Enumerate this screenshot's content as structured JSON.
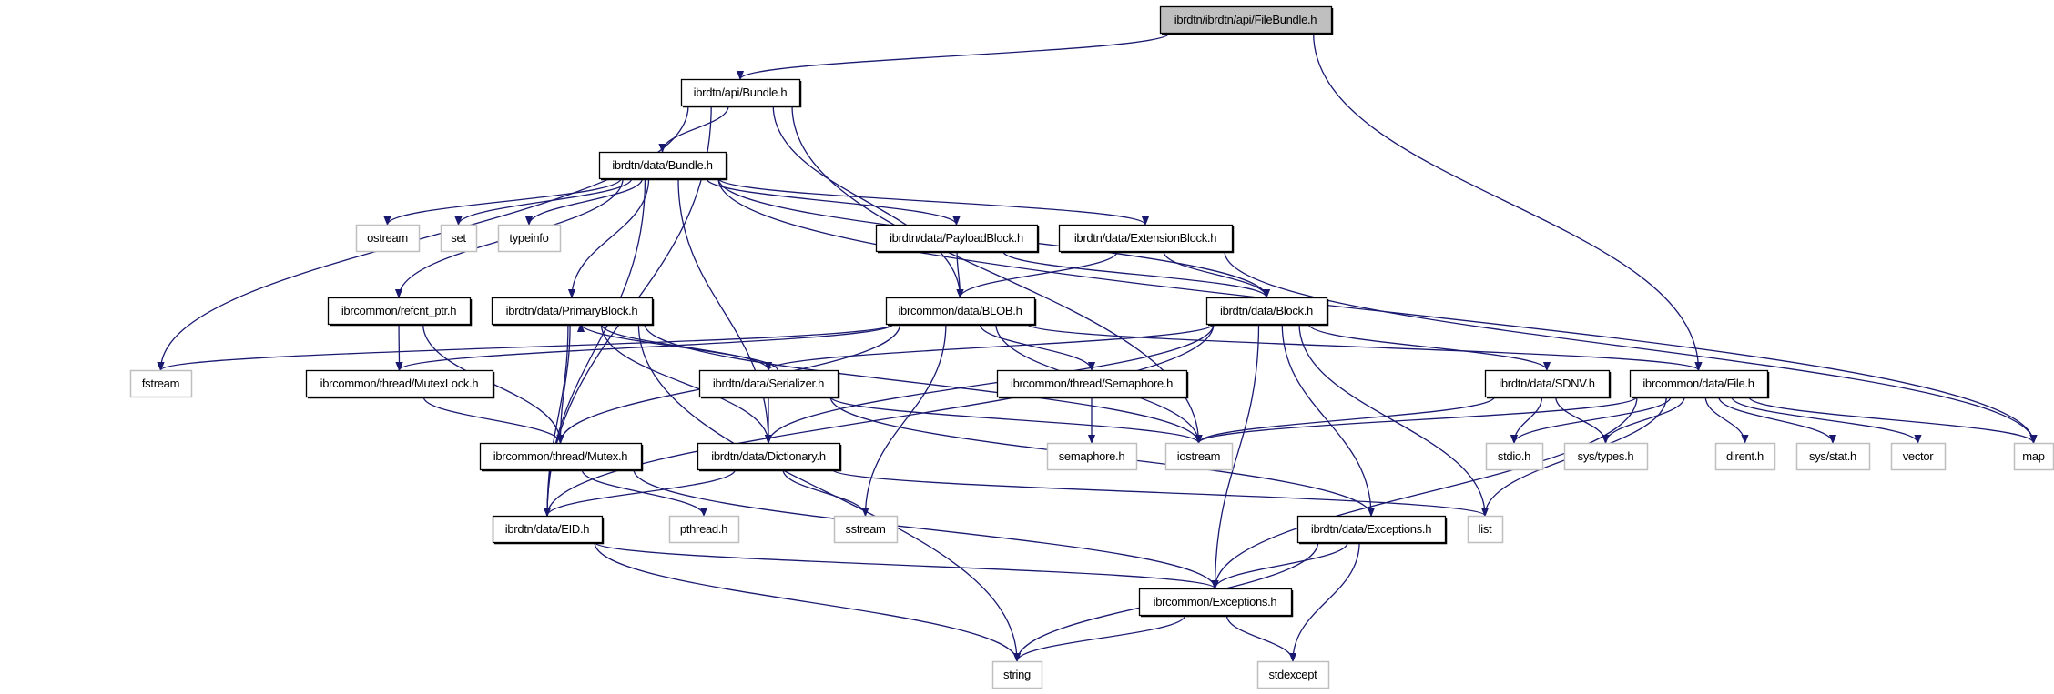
{
  "graph": {
    "colors": {
      "edge": "#191970",
      "root_fill": "#bfbfbf",
      "documented_border": "#000000",
      "external_border": "#bfbfbf"
    },
    "nodes": [
      {
        "label": "ibrdtn/ibrdtn/api/FileBundle.h",
        "kind": "root"
      },
      {
        "label": "ibrdtn/api/Bundle.h",
        "kind": "documented"
      },
      {
        "label": "ibrdtn/data/Bundle.h",
        "kind": "documented"
      },
      {
        "label": "ostream",
        "kind": "external"
      },
      {
        "label": "set",
        "kind": "external"
      },
      {
        "label": "typeinfo",
        "kind": "external"
      },
      {
        "label": "ibrdtn/data/PayloadBlock.h",
        "kind": "documented"
      },
      {
        "label": "ibrdtn/data/ExtensionBlock.h",
        "kind": "documented"
      },
      {
        "label": "ibrcommon/refcnt_ptr.h",
        "kind": "documented"
      },
      {
        "label": "ibrdtn/data/PrimaryBlock.h",
        "kind": "documented"
      },
      {
        "label": "ibrcommon/data/BLOB.h",
        "kind": "documented"
      },
      {
        "label": "ibrdtn/data/Block.h",
        "kind": "documented"
      },
      {
        "label": "fstream",
        "kind": "external"
      },
      {
        "label": "ibrcommon/thread/MutexLock.h",
        "kind": "documented"
      },
      {
        "label": "ibrdtn/data/Serializer.h",
        "kind": "documented"
      },
      {
        "label": "ibrcommon/thread/Semaphore.h",
        "kind": "documented"
      },
      {
        "label": "ibrdtn/data/SDNV.h",
        "kind": "documented"
      },
      {
        "label": "ibrcommon/data/File.h",
        "kind": "documented"
      },
      {
        "label": "ibrcommon/thread/Mutex.h",
        "kind": "documented"
      },
      {
        "label": "ibrdtn/data/Dictionary.h",
        "kind": "documented"
      },
      {
        "label": "semaphore.h",
        "kind": "external"
      },
      {
        "label": "iostream",
        "kind": "external"
      },
      {
        "label": "stdio.h",
        "kind": "external"
      },
      {
        "label": "sys/types.h",
        "kind": "external"
      },
      {
        "label": "dirent.h",
        "kind": "external"
      },
      {
        "label": "sys/stat.h",
        "kind": "external"
      },
      {
        "label": "vector",
        "kind": "external"
      },
      {
        "label": "map",
        "kind": "external"
      },
      {
        "label": "ibrdtn/data/EID.h",
        "kind": "documented"
      },
      {
        "label": "pthread.h",
        "kind": "external"
      },
      {
        "label": "sstream",
        "kind": "external"
      },
      {
        "label": "ibrdtn/data/Exceptions.h",
        "kind": "documented"
      },
      {
        "label": "list",
        "kind": "external"
      },
      {
        "label": "ibrcommon/Exceptions.h",
        "kind": "documented"
      },
      {
        "label": "string",
        "kind": "external"
      },
      {
        "label": "stdexcept",
        "kind": "external"
      }
    ],
    "edges": [
      [
        "ibrdtn/ibrdtn/api/FileBundle.h",
        "ibrdtn/api/Bundle.h"
      ],
      [
        "ibrdtn/ibrdtn/api/FileBundle.h",
        "ibrcommon/data/File.h"
      ],
      [
        "ibrdtn/api/Bundle.h",
        "ibrdtn/data/Bundle.h"
      ],
      [
        "ibrdtn/api/Bundle.h",
        "ibrdtn/data/EID.h"
      ],
      [
        "ibrdtn/api/Bundle.h",
        "fstream"
      ],
      [
        "ibrdtn/api/Bundle.h",
        "ibrcommon/data/BLOB.h"
      ],
      [
        "ibrdtn/api/Bundle.h",
        "iostream"
      ],
      [
        "ibrdtn/data/Bundle.h",
        "ostream"
      ],
      [
        "ibrdtn/data/Bundle.h",
        "set"
      ],
      [
        "ibrdtn/data/Bundle.h",
        "typeinfo"
      ],
      [
        "ibrdtn/data/Bundle.h",
        "ibrcommon/refcnt_ptr.h"
      ],
      [
        "ibrdtn/data/Bundle.h",
        "ibrdtn/data/PrimaryBlock.h"
      ],
      [
        "ibrdtn/data/Bundle.h",
        "ibrdtn/data/Dictionary.h"
      ],
      [
        "ibrdtn/data/Bundle.h",
        "ibrdtn/data/PayloadBlock.h"
      ],
      [
        "ibrdtn/data/Bundle.h",
        "ibrdtn/data/ExtensionBlock.h"
      ],
      [
        "ibrdtn/data/Bundle.h",
        "ibrdtn/data/Block.h"
      ],
      [
        "ibrdtn/data/Bundle.h",
        "map"
      ],
      [
        "ibrdtn/data/Bundle.h",
        "ibrdtn/data/EID.h"
      ],
      [
        "ibrdtn/data/PayloadBlock.h",
        "ibrcommon/data/BLOB.h"
      ],
      [
        "ibrdtn/data/PayloadBlock.h",
        "ibrdtn/data/Block.h"
      ],
      [
        "ibrdtn/data/ExtensionBlock.h",
        "ibrcommon/data/BLOB.h"
      ],
      [
        "ibrdtn/data/ExtensionBlock.h",
        "ibrdtn/data/Block.h"
      ],
      [
        "ibrdtn/data/ExtensionBlock.h",
        "map"
      ],
      [
        "ibrcommon/refcnt_ptr.h",
        "ibrcommon/thread/MutexLock.h"
      ],
      [
        "ibrcommon/refcnt_ptr.h",
        "ibrcommon/thread/Mutex.h"
      ],
      [
        "ibrdtn/data/PrimaryBlock.h",
        "ibrdtn/data/EID.h"
      ],
      [
        "ibrdtn/data/PrimaryBlock.h",
        "string"
      ],
      [
        "ibrdtn/data/PrimaryBlock.h",
        "ibrcommon/thread/Mutex.h"
      ],
      [
        "ibrdtn/data/PrimaryBlock.h",
        "ibrdtn/data/Dictionary.h"
      ],
      [
        "ibrdtn/data/PrimaryBlock.h",
        "ibrdtn/data/Serializer.h"
      ],
      [
        "ibrdtn/data/PrimaryBlock.h",
        "iostream"
      ],
      [
        "ibrcommon/data/BLOB.h",
        "fstream"
      ],
      [
        "ibrcommon/data/BLOB.h",
        "ibrcommon/thread/MutexLock.h"
      ],
      [
        "ibrcommon/data/BLOB.h",
        "ibrcommon/thread/Mutex.h"
      ],
      [
        "ibrcommon/data/BLOB.h",
        "ibrcommon/thread/Semaphore.h"
      ],
      [
        "ibrcommon/data/BLOB.h",
        "iostream"
      ],
      [
        "ibrcommon/data/BLOB.h",
        "sstream"
      ],
      [
        "ibrcommon/data/BLOB.h",
        "ibrcommon/data/File.h"
      ],
      [
        "ibrdtn/data/Block.h",
        "ibrdtn/data/Serializer.h"
      ],
      [
        "ibrdtn/data/Block.h",
        "ibrdtn/data/Dictionary.h"
      ],
      [
        "ibrdtn/data/Block.h",
        "ibrdtn/data/EID.h"
      ],
      [
        "ibrdtn/data/Block.h",
        "ibrdtn/data/SDNV.h"
      ],
      [
        "ibrdtn/data/Block.h",
        "ibrdtn/data/Exceptions.h"
      ],
      [
        "ibrdtn/data/Block.h",
        "ibrcommon/Exceptions.h"
      ],
      [
        "ibrdtn/data/Block.h",
        "list"
      ],
      [
        "ibrdtn/data/Serializer.h",
        "ibrdtn/data/PrimaryBlock.h"
      ],
      [
        "ibrdtn/data/Serializer.h",
        "ibrdtn/data/Dictionary.h"
      ],
      [
        "ibrdtn/data/Serializer.h",
        "iostream"
      ],
      [
        "ibrdtn/data/Serializer.h",
        "ibrdtn/data/Exceptions.h"
      ],
      [
        "ibrcommon/thread/MutexLock.h",
        "ibrcommon/thread/Mutex.h"
      ],
      [
        "ibrcommon/thread/Semaphore.h",
        "semaphore.h"
      ],
      [
        "ibrdtn/data/SDNV.h",
        "iostream"
      ],
      [
        "ibrdtn/data/SDNV.h",
        "stdio.h"
      ],
      [
        "ibrdtn/data/SDNV.h",
        "sys/types.h"
      ],
      [
        "ibrcommon/data/File.h",
        "iostream"
      ],
      [
        "ibrcommon/data/File.h",
        "stdio.h"
      ],
      [
        "ibrcommon/data/File.h",
        "sys/types.h"
      ],
      [
        "ibrcommon/data/File.h",
        "dirent.h"
      ],
      [
        "ibrcommon/data/File.h",
        "sys/stat.h"
      ],
      [
        "ibrcommon/data/File.h",
        "vector"
      ],
      [
        "ibrcommon/data/File.h",
        "map"
      ],
      [
        "ibrcommon/data/File.h",
        "list"
      ],
      [
        "ibrcommon/data/File.h",
        "ibrcommon/Exceptions.h"
      ],
      [
        "ibrcommon/thread/Mutex.h",
        "pthread.h"
      ],
      [
        "ibrcommon/thread/Mutex.h",
        "ibrcommon/Exceptions.h"
      ],
      [
        "ibrdtn/data/Dictionary.h",
        "ibrdtn/data/EID.h"
      ],
      [
        "ibrdtn/data/Dictionary.h",
        "sstream"
      ],
      [
        "ibrdtn/data/Dictionary.h",
        "list"
      ],
      [
        "ibrdtn/data/EID.h",
        "ibrcommon/Exceptions.h"
      ],
      [
        "ibrdtn/data/EID.h",
        "string"
      ],
      [
        "ibrdtn/data/Exceptions.h",
        "ibrcommon/Exceptions.h"
      ],
      [
        "ibrdtn/data/Exceptions.h",
        "string"
      ],
      [
        "ibrdtn/data/Exceptions.h",
        "stdexcept"
      ],
      [
        "ibrcommon/Exceptions.h",
        "string"
      ],
      [
        "ibrcommon/Exceptions.h",
        "stdexcept"
      ]
    ]
  }
}
